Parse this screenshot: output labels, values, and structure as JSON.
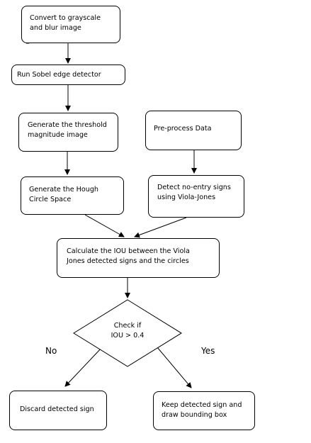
{
  "diagram": {
    "stroke_color": "#000000",
    "background_color": "#ffffff",
    "nodes": {
      "grayscale": {
        "lines": [
          "Convert to grayscale",
          "and blur image"
        ]
      },
      "sobel": {
        "lines": [
          "Run Sobel edge detector"
        ]
      },
      "threshold": {
        "lines": [
          "Generate the threshold",
          "magnitude image"
        ]
      },
      "preprocess": {
        "lines": [
          "Pre-process Data"
        ]
      },
      "hough": {
        "lines": [
          "Generate the Hough",
          "Circle Space"
        ]
      },
      "viola": {
        "lines": [
          "Detect no-entry signs",
          "using Viola-Jones"
        ]
      },
      "iou": {
        "lines": [
          "Calculate the IOU between the Viola",
          "Jones detected signs and the circles"
        ]
      },
      "check": {
        "lines": [
          "Check if",
          "IOU > 0.4"
        ]
      },
      "discard": {
        "lines": [
          "Discard detected sign"
        ]
      },
      "keep": {
        "lines": [
          "Keep detected sign and",
          "draw bounding box"
        ]
      }
    },
    "branch_labels": {
      "no": "No",
      "yes": "Yes"
    }
  }
}
